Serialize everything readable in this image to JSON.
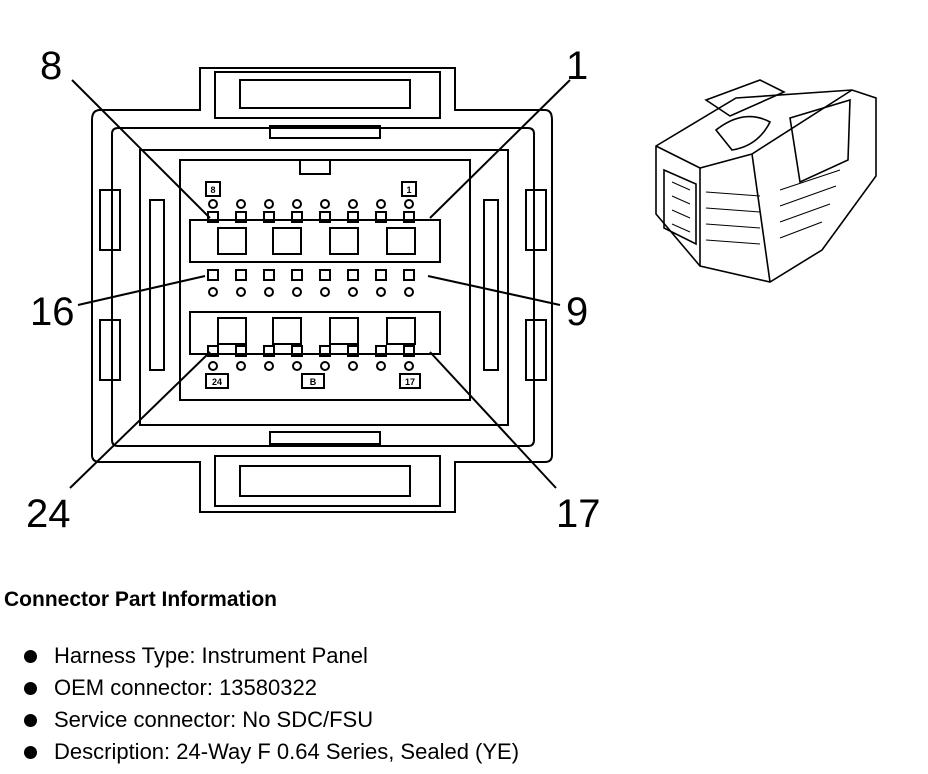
{
  "pin_labels": {
    "top_left": "8",
    "top_right": "1",
    "mid_left": "16",
    "mid_right": "9",
    "bottom_left": "24",
    "bottom_right": "17"
  },
  "face_markings": {
    "top_left": "8",
    "top_right": "1",
    "bottom_left": "24",
    "bottom_center": "B",
    "bottom_right": "17"
  },
  "section_title": "Connector Part Information",
  "details": [
    {
      "text": "Harness Type: Instrument Panel"
    },
    {
      "text": "OEM connector: 13580322"
    },
    {
      "text": "Service connector: No SDC/FSU"
    },
    {
      "text": "Description: 24-Way F 0.64 Series, Sealed (YE)"
    }
  ]
}
